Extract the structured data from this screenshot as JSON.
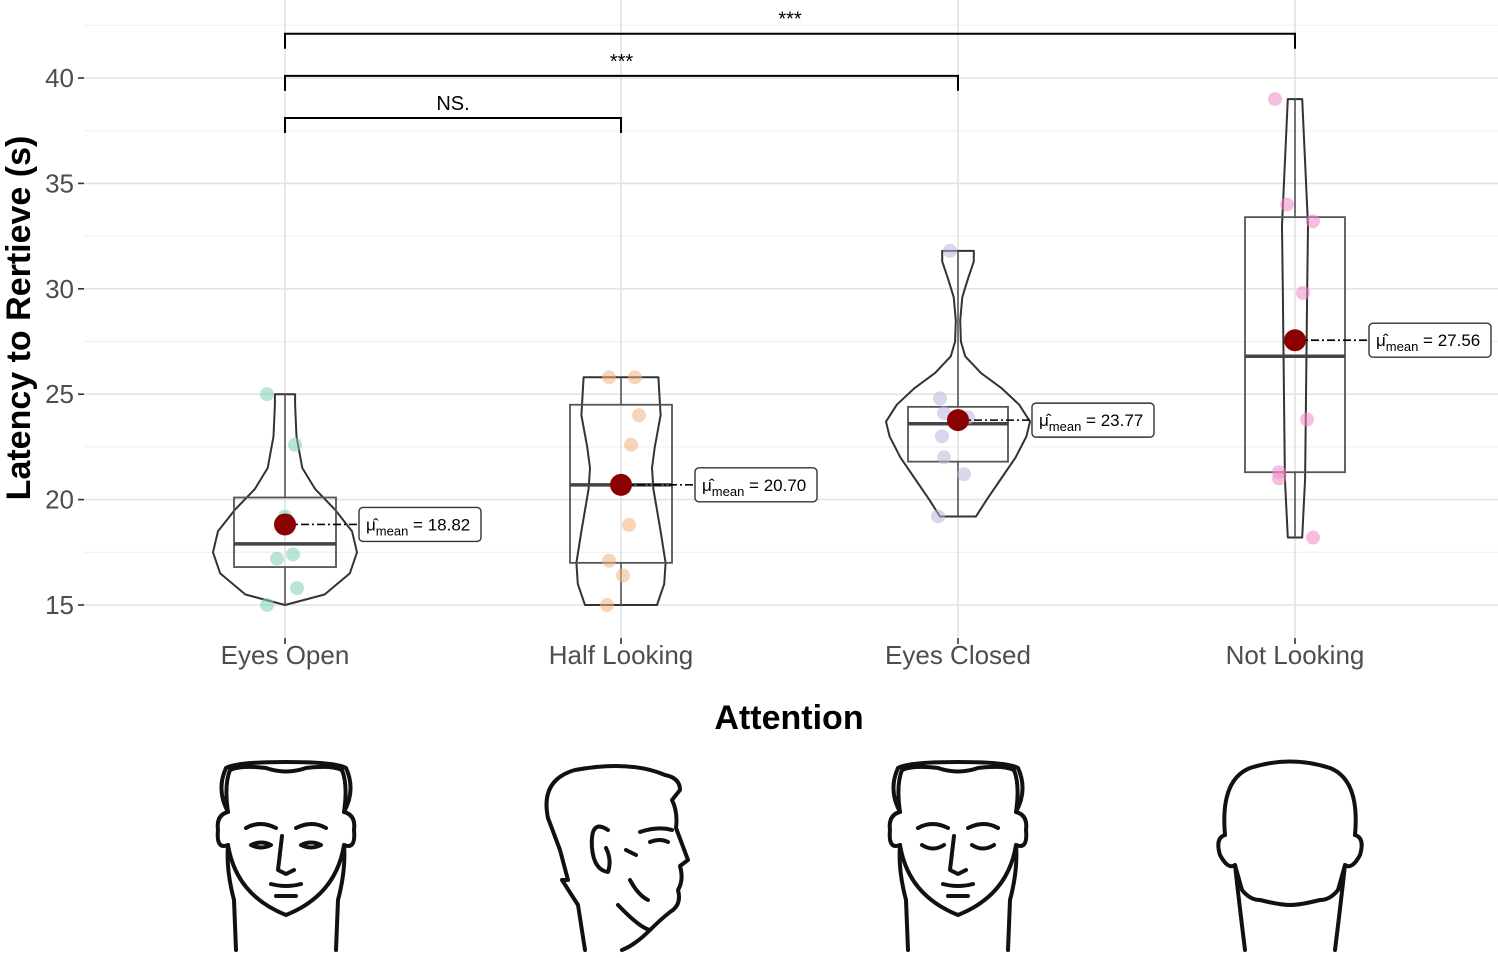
{
  "chart_data": {
    "type": "violin-box",
    "xlabel": "Attention",
    "ylabel": "Latency to Rertieve (s)",
    "ylim": [
      13.9,
      42.3
    ],
    "yticks": [
      15,
      20,
      25,
      30,
      35,
      40
    ],
    "categories": [
      "Eyes Open",
      "Half Looking",
      "Eyes Closed",
      "Not Looking"
    ],
    "colors": {
      "Eyes Open": "#7fd1b0",
      "Half Looking": "#f2b27a",
      "Eyes Closed": "#b9b4de",
      "Not Looking": "#ee88c8",
      "mean": "#8b0000"
    },
    "groups": [
      {
        "category": "Eyes Open",
        "mean": 18.82,
        "mean_text": "18.82",
        "box": {
          "q1": 16.8,
          "median": 17.9,
          "q3": 20.1,
          "whisker_low": 15.0,
          "whisker_high": 25.0
        },
        "points": [
          25.0,
          22.6,
          19.2,
          17.4,
          17.2,
          15.8,
          15.0
        ],
        "violin_min": 15.0,
        "violin_max": 25.0,
        "violin_profile": [
          [
            15.0,
            0.0
          ],
          [
            15.5,
            0.55
          ],
          [
            16.5,
            0.9
          ],
          [
            17.5,
            1.0
          ],
          [
            18.5,
            0.93
          ],
          [
            19.5,
            0.7
          ],
          [
            20.5,
            0.42
          ],
          [
            21.5,
            0.24
          ],
          [
            23.0,
            0.16
          ],
          [
            24.5,
            0.14
          ],
          [
            25.0,
            0.14
          ]
        ]
      },
      {
        "category": "Half Looking",
        "mean": 20.7,
        "mean_text": "20.70",
        "box": {
          "q1": 17.0,
          "median": 20.7,
          "q3": 24.5,
          "whisker_low": 15.0,
          "whisker_high": 25.8
        },
        "points": [
          25.8,
          25.8,
          24.0,
          22.6,
          18.8,
          17.1,
          16.4,
          15.0
        ],
        "violin_min": 15.0,
        "violin_max": 25.8,
        "violin_profile": [
          [
            15.0,
            0.5
          ],
          [
            16.0,
            0.6
          ],
          [
            17.0,
            0.62
          ],
          [
            18.5,
            0.55
          ],
          [
            19.5,
            0.5
          ],
          [
            20.5,
            0.45
          ],
          [
            21.5,
            0.43
          ],
          [
            22.5,
            0.47
          ],
          [
            24.0,
            0.55
          ],
          [
            25.8,
            0.52
          ]
        ]
      },
      {
        "category": "Eyes Closed",
        "mean": 23.77,
        "mean_text": "23.77",
        "box": {
          "q1": 21.8,
          "median": 23.6,
          "q3": 24.4,
          "whisker_low": 19.2,
          "whisker_high": 31.8
        },
        "points": [
          31.8,
          24.8,
          24.1,
          23.9,
          23.0,
          22.0,
          21.2,
          19.2
        ],
        "violin_min": 19.2,
        "violin_max": 31.8,
        "violin_profile": [
          [
            19.2,
            0.25
          ],
          [
            20.0,
            0.4
          ],
          [
            21.0,
            0.6
          ],
          [
            22.0,
            0.8
          ],
          [
            23.0,
            0.95
          ],
          [
            23.7,
            1.0
          ],
          [
            24.5,
            0.85
          ],
          [
            25.3,
            0.6
          ],
          [
            26.0,
            0.32
          ],
          [
            26.8,
            0.1
          ],
          [
            27.5,
            0.04
          ],
          [
            28.5,
            0.03
          ],
          [
            29.6,
            0.06
          ],
          [
            30.5,
            0.14
          ],
          [
            31.3,
            0.22
          ],
          [
            31.8,
            0.22
          ]
        ]
      },
      {
        "category": "Not Looking",
        "mean": 27.56,
        "mean_text": "27.56",
        "box": {
          "q1": 21.3,
          "median": 26.8,
          "q3": 33.4,
          "whisker_low": 18.2,
          "whisker_high": 39.0
        },
        "points": [
          39.0,
          34.0,
          33.2,
          29.8,
          23.8,
          21.3,
          21.0,
          18.2
        ],
        "violin_min": 18.2,
        "violin_max": 39.0,
        "violin_profile": [
          [
            18.2,
            0.1
          ],
          [
            21.0,
            0.14
          ],
          [
            24.0,
            0.15
          ],
          [
            27.0,
            0.16
          ],
          [
            30.0,
            0.17
          ],
          [
            33.0,
            0.18
          ],
          [
            36.0,
            0.14
          ],
          [
            39.0,
            0.1
          ]
        ]
      }
    ],
    "significance": [
      {
        "from": "Eyes Open",
        "to": "Half Looking",
        "label": "NS.",
        "level": 38.1
      },
      {
        "from": "Eyes Open",
        "to": "Eyes Closed",
        "label": "***",
        "level": 40.1
      },
      {
        "from": "Eyes Open",
        "to": "Not Looking",
        "label": "***",
        "level": 42.1
      }
    ],
    "mean_label_symbol": "μ̂",
    "mean_label_sub": "mean",
    "icons": [
      "face-front-eyes-open-icon",
      "face-profile-icon",
      "face-front-eyes-closed-icon",
      "head-back-icon"
    ]
  }
}
